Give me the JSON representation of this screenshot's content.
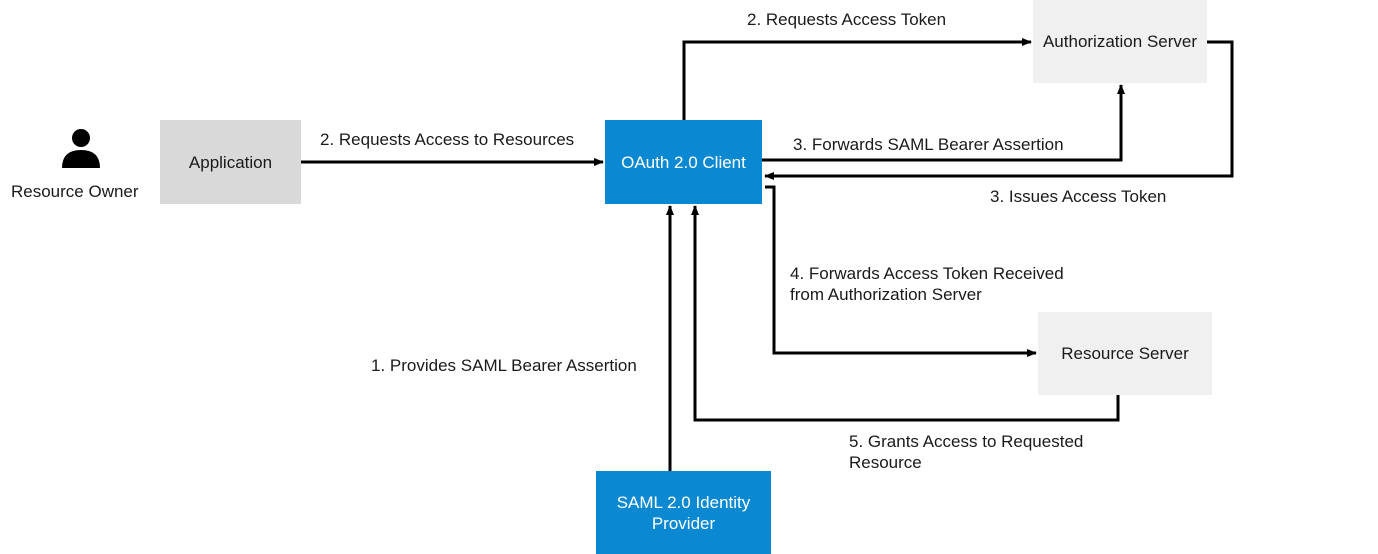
{
  "colors": {
    "client_blue": "#0a89d2",
    "app_gray": "#d9d9d9",
    "server_gray": "#f0f0f0",
    "line": "#000000"
  },
  "nodes": {
    "resource_owner": {
      "label": "Resource Owner",
      "icon": "person-icon"
    },
    "application": {
      "label": "Application"
    },
    "oauth_client": {
      "label": "OAuth 2.0 Client"
    },
    "authorization_server": {
      "line1": "Authorization",
      "line2": "Server"
    },
    "resource_server": {
      "label": "Resource Server"
    },
    "saml_idp": {
      "line1": "SAML 2.0 Identity",
      "line2": "Provider"
    }
  },
  "edges": {
    "requests_resources": "2. Requests Access to Resources",
    "requests_token": "2. Requests Access Token",
    "forwards_saml": "3. Forwards SAML Bearer Assertion",
    "issues_token": "3. Issues Access Token",
    "forwards_token": {
      "line1": "4. Forwards Access Token Received",
      "line2": "from Authorization Server"
    },
    "provides_saml": "1. Provides SAML Bearer Assertion",
    "grants_access": {
      "line1": "5. Grants Access to Requested",
      "line2": "Resource"
    }
  }
}
